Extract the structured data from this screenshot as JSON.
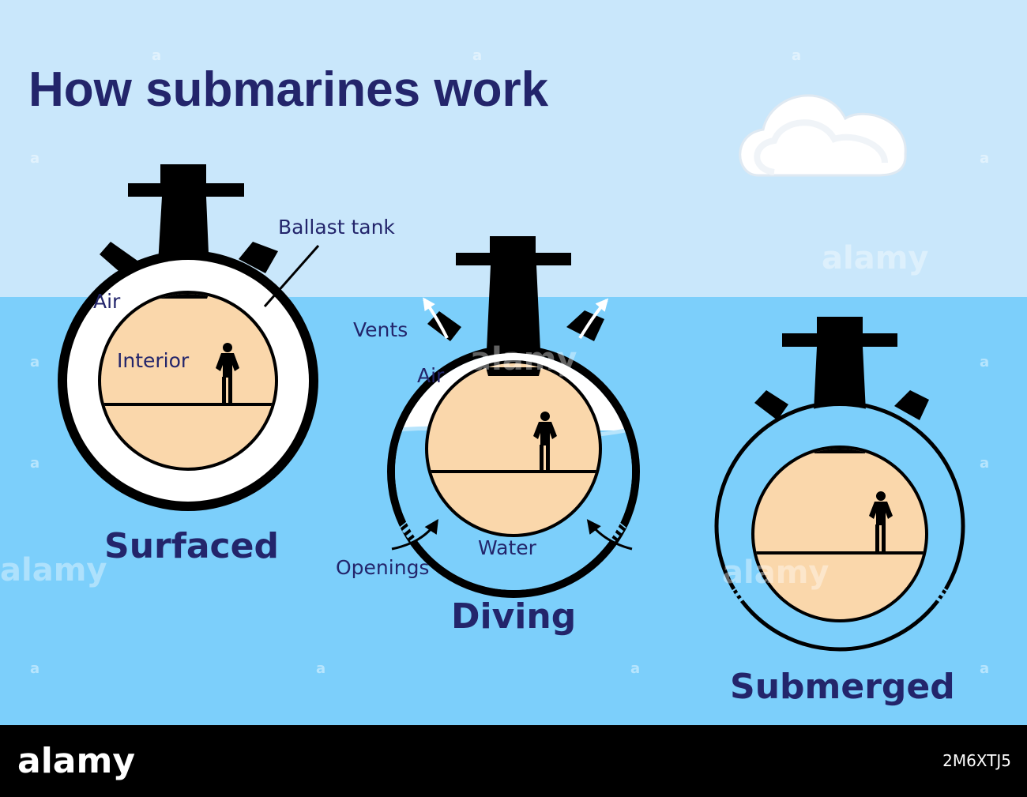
{
  "title": "How submarines work",
  "labels": {
    "ballast_tank": "Ballast tank",
    "air_surfaced": "Air",
    "interior": "Interior",
    "vents": "Vents",
    "air_diving": "Air",
    "water": "Water",
    "openings": "Openings"
  },
  "states": {
    "surfaced": "Surfaced",
    "diving": "Diving",
    "submerged": "Submerged"
  },
  "watermark": {
    "text": "alamy",
    "small": "a"
  },
  "footer": {
    "logo": "alamy",
    "image_id": "2M6XTJ5"
  },
  "colors": {
    "sky": "#c9e7fb",
    "sea": "#7ccffb",
    "hull": "#000000",
    "ballast_air": "#ffffff",
    "interior": "#fad7ab",
    "text": "#23256b",
    "footer": "#000000"
  }
}
